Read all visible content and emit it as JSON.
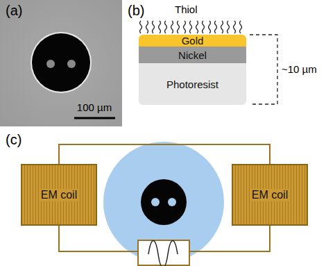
{
  "diagram": {
    "nodes": [
      {
        "text": [
          "Gold"
        ]
      },
      {
        "text": [
          "Nickel"
        ]
      },
      {
        "text": [
          "Photoresist"
        ]
      },
      {
        "text": [
          "EM coil"
        ]
      },
      {
        "text": [
          "EM coil"
        ]
      }
    ],
    "edges": [
      {
        "from": 3,
        "to": 4,
        "arrow": "none"
      }
    ],
    "labels": [
      "(a)",
      "100 µm",
      "(b)",
      "Thiol",
      "~10 µm",
      "(c)"
    ]
  }
}
